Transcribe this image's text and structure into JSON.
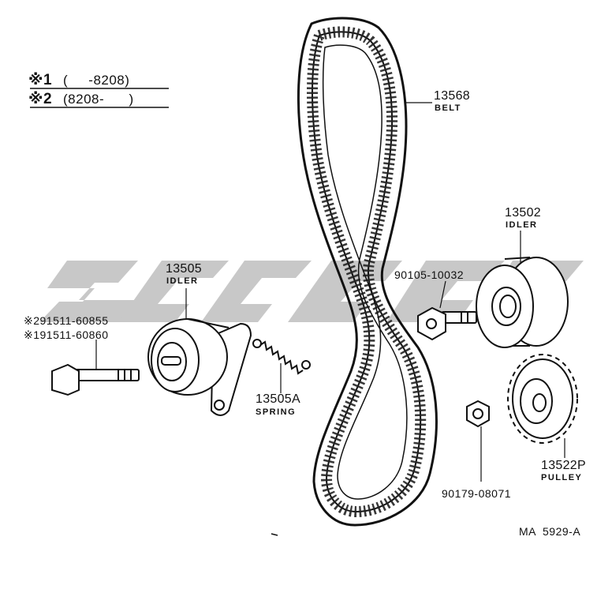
{
  "legend": {
    "row1_mark": "※1",
    "row1_range": "(     -8208)",
    "row2_mark": "※2",
    "row2_range": "(8208-      )"
  },
  "parts": {
    "belt": {
      "number": "13568",
      "name": "BELT"
    },
    "idler_right": {
      "number": "13502",
      "name": "IDLER"
    },
    "idler_left": {
      "number": "13505",
      "name": "IDLER"
    },
    "spring": {
      "number": "13505A",
      "name": "SPRING"
    },
    "pulley": {
      "number": "13522P",
      "name": "PULLEY"
    },
    "bolt_right": {
      "number": "90105-10032"
    },
    "nut": {
      "number": "90179-08071"
    },
    "bolt_left_alt2": {
      "number": "※291511-60855"
    },
    "bolt_left_alt1": {
      "number": "※191511-60860"
    }
  },
  "diagram_code": "MA  5929-A",
  "colors": {
    "line": "#111111",
    "watermark": "#c8c8c8",
    "background": "#ffffff"
  }
}
